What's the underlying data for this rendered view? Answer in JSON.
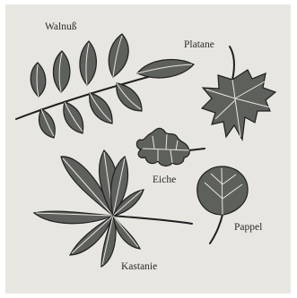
{
  "colors": {
    "background": "#e8e6e1",
    "leaf_fill": "#5e605c",
    "leaf_vein": "#e8e6e1",
    "outline": "#1f1f1f",
    "text": "#2a2a2a"
  },
  "labels": {
    "walnuss": "Walnuß",
    "platane": "Platane",
    "eiche": "Eiche",
    "pappel": "Pappel",
    "kastanie": "Kastanie"
  }
}
